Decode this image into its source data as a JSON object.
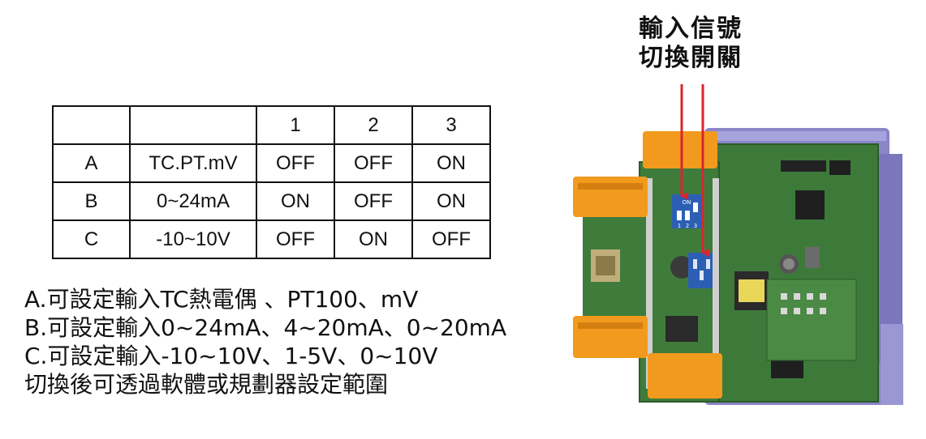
{
  "switch_label": {
    "line1": "輸入信號",
    "line2": "切換開關"
  },
  "table": {
    "header": [
      "",
      "",
      "1",
      "2",
      "3"
    ],
    "rows": [
      {
        "mode": "A",
        "range": "TC.PT.mV",
        "sw1": "OFF",
        "sw2": "OFF",
        "sw3": "ON"
      },
      {
        "mode": "B",
        "range": "0~24mA",
        "sw1": "ON",
        "sw2": "OFF",
        "sw3": "ON"
      },
      {
        "mode": "C",
        "range": "-10~10V",
        "sw1": "OFF",
        "sw2": "ON",
        "sw3": "OFF"
      }
    ]
  },
  "notes": [
    "A.可設定輸入TC熱電偶 、PT100、mV",
    "B.可設定輸入0~24mA、4~20mA、0~20mA",
    "C.可設定輸入-10~10V、1-5V、0~10V",
    "切換後可透過軟體或規劃器設定範圍"
  ],
  "dip_marks": [
    "ON",
    "1",
    "2",
    "3"
  ],
  "colors": {
    "arrow": "#d8262e",
    "connector": "#f29a1e",
    "pcb": "#3d7a3a",
    "housing": "#8a86c8",
    "dip_switch": "#2c5fb4"
  }
}
